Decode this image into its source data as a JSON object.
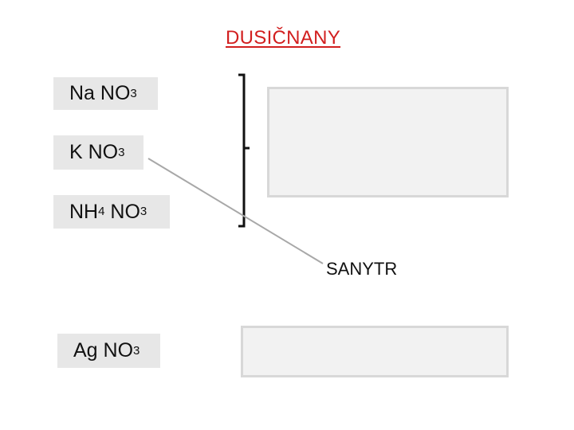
{
  "title": "DUSIČNANY",
  "chips": [
    {
      "base": "Na NO",
      "sub": "3",
      "tail": ""
    },
    {
      "base": "K NO",
      "sub": "3",
      "tail": ""
    },
    {
      "base": "NH",
      "sub": "4",
      "tail": " NO",
      "sub2": "3"
    },
    {
      "base": "Ag NO",
      "sub": "3",
      "tail": ""
    }
  ],
  "label": "SANYTR",
  "colors": {
    "title": "#d21f1f",
    "chip_bg": "#e7e7e7",
    "box_bg": "#f2f2f2",
    "box_border": "#d8d8d8"
  }
}
